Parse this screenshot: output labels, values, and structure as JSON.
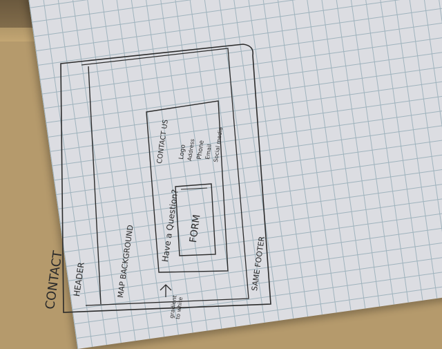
{
  "sketch": {
    "page_title": "CONTACT",
    "header": "HEADER",
    "map_background": "MAP BACKGROUND",
    "gradient_note": "gradient to white",
    "question": "Have a Question?",
    "contact_us": "CONTACT US",
    "contact_items": [
      "Logo",
      "Address",
      "Phone",
      "Email",
      "Social media"
    ],
    "form": "FORM",
    "footer": "SAME FOOTER"
  }
}
